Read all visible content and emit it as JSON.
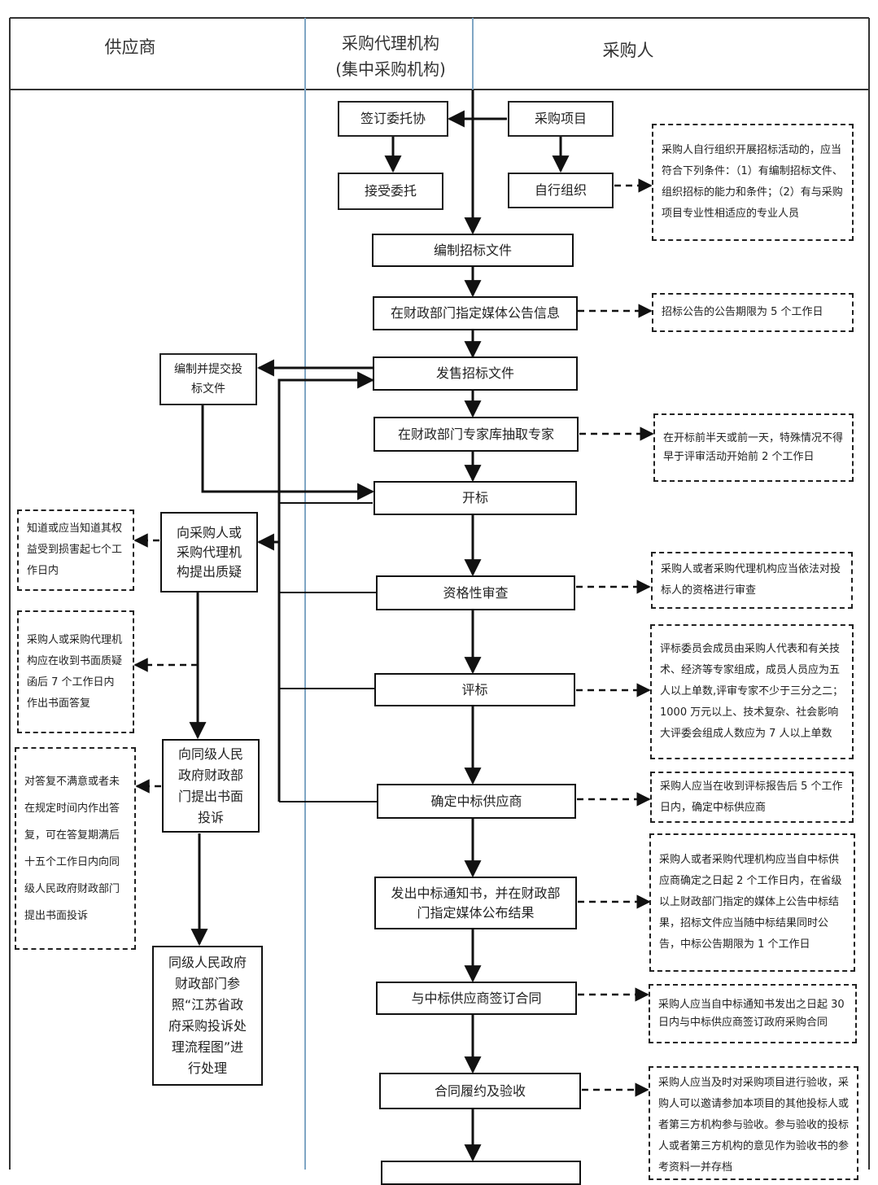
{
  "columns": {
    "supplier": "供应商",
    "agency_line1": "采购代理机构",
    "agency_line2": "(集中采购机构)",
    "purchaser": "采购人"
  },
  "boxes": {
    "sign_entrust": "签订委托协",
    "project": "采购项目",
    "accept_entrust": "接受委托",
    "self_org": "自行组织",
    "prepare_docs": "编制招标文件",
    "publish_info": "在财政部门指定媒体公告信息",
    "sell_docs": "发售招标文件",
    "bid_prepare": "编制并提交投标文件",
    "draw_experts": "在财政部门专家库抽取专家",
    "open_bid": "开标",
    "query": "向采购人或采购代理机构提出质疑",
    "qualify": "资格性审查",
    "evaluate": "评标",
    "complaint": "向同级人民政府财政部门提出书面投诉",
    "confirm_winner": "确定中标供应商",
    "notice": "发出中标通知书，并在财政部门指定媒体公布结果",
    "handle": "同级人民政府财政部门参照“江苏省政府采购投诉处理流程图”进行处理",
    "contract": "与中标供应商签订合同",
    "perform": "合同履约及验收"
  },
  "notes": {
    "self_org_note": "采购人自行组织开展招标活动的，应当符合下列条件：（1）有编制招标文件、组织招标的能力和条件；（2）有与采购项目专业性相适应的专业人员",
    "publish_note": "招标公告的公告期限为 5 个工作日",
    "experts_note": "在开标前半天或前一天，特殊情况不得早于评审活动开始前 2 个工作日",
    "query_note": "知道或应当知道其权益受到损害起七个工作日内",
    "qualify_note": "采购人或者采购代理机构应当依法对投标人的资格进行审查",
    "reply_note": "采购人或采购代理机构应在收到书面质疑函后 7 个工作日内作出书面答复",
    "evaluate_note": "评标委员会成员由采购人代表和有关技术、经济等专家组成，成员人员应为五人以上单数,评审专家不少于三分之二；1000 万元以上、技术复杂、社会影响大评委会组成人数应为 7 人以上单数",
    "complaint_note": "对答复不满意或者未在规定时间内作出答复，可在答复期满后十五个工作日内向同级人民政府财政部门提出书面投诉",
    "confirm_note": "采购人应当在收到评标报告后 5 个工作日内，确定中标供应商",
    "notice_note": "采购人或者采购代理机构应当自中标供应商确定之日起 2 个工作日内，在省级以上财政部门指定的媒体上公告中标结果，招标文件应当随中标结果同时公告，中标公告期限为 1 个工作日",
    "contract_note": "采购人应当自中标通知书发出之日起 30 日内与中标供应商签订政府采购合同",
    "perform_note": "采购人应当及时对采购项目进行验收，采购人可以邀请参加本项目的其他投标人或者第三方机构参与验收。参与验收的投标人或者第三方机构的意见作为验收书的参考资料一并存档"
  }
}
